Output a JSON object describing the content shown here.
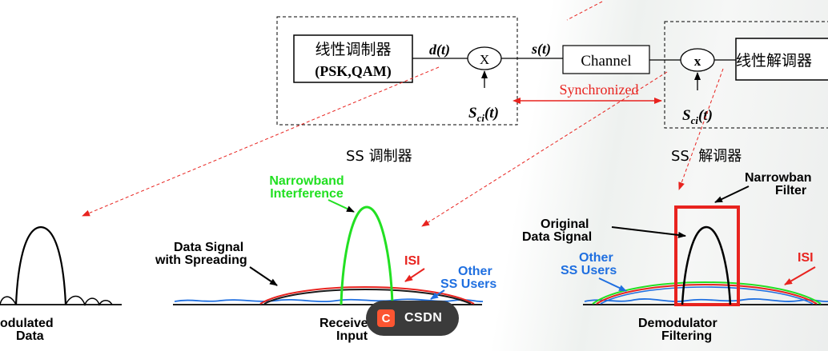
{
  "block": {
    "modulator_line1": "线性调制器",
    "modulator_line2": "(PSK,QAM)",
    "channel": "Channel",
    "demodulator": "线性解调器",
    "mixer_tx": "X",
    "mixer_rx": "x",
    "signal_d": "d(t)",
    "signal_s": "s(t)",
    "code_tx_main": "S",
    "code_tx_sub": "ci",
    "code_tx_tail": "(t)",
    "code_rx_main": "S",
    "code_rx_sub": "ci",
    "code_rx_tail": "(t)",
    "sync": "Synchronized",
    "ss_mod": "SS 调制器",
    "ss_demod": "SS  解调器"
  },
  "spectra": {
    "left_label_1": "odulated",
    "left_label_2": "Data",
    "mid_nb_1": "Narrowband",
    "mid_nb_2": "Interference",
    "mid_ds_1": "Data Signal",
    "mid_ds_2": "with Spreading",
    "mid_isi": "ISI",
    "mid_other_1": "Other",
    "mid_other_2": "SS Users",
    "mid_label_1": "Receive",
    "mid_label_2": "Input",
    "right_filter_1": "Narrowban",
    "right_filter_2": "Filter",
    "right_orig_1": "Original",
    "right_orig_2": "Data Signal",
    "right_other_1": "Other",
    "right_other_2": "SS Users",
    "right_isi": "ISI",
    "right_label_1": "Demodulator",
    "right_label_2": "Filtering"
  },
  "watermark": {
    "logo": "C",
    "text": "CSDN"
  },
  "colors": {
    "red": "#e8231f",
    "green": "#22e022",
    "blue": "#1f6fe0",
    "black": "#000000",
    "dark_red": "#b00000"
  }
}
